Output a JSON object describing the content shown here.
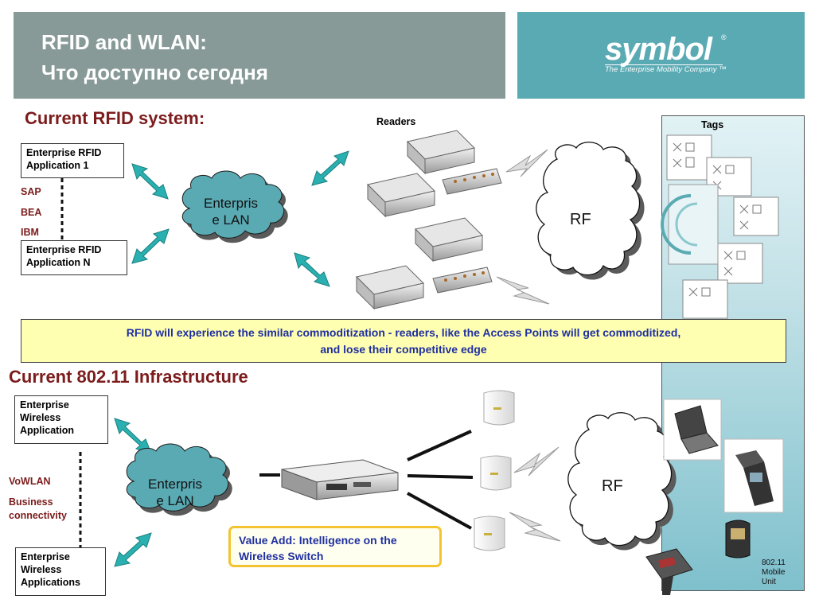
{
  "header": {
    "title_line1": "RFID and WLAN:",
    "title_line2": "Что доступно сегодня",
    "bg_color": "#879a98"
  },
  "logo": {
    "word": "symbol",
    "registered": "®",
    "tagline": "The Enterprise Mobility Company ™",
    "bg_color": "#5aaab4"
  },
  "rfid": {
    "title": "Current RFID system:",
    "app_top": [
      "Enterprise RFID",
      "Application 1"
    ],
    "app_bottom": [
      "Enterprise RFID",
      "Application N"
    ],
    "vendors": [
      "SAP",
      "BEA",
      "IBM"
    ],
    "lan": [
      "Enterpris",
      "e LAN"
    ],
    "readers_label": "Readers",
    "rf_label": "RF",
    "tags_label": "Tags"
  },
  "banner": {
    "line1": "RFID will experience the similar commoditization  - readers, like the Access Points will get commoditized,",
    "line2": "and lose their competitive edge"
  },
  "wlan": {
    "title": "Current 802.11 Infrastructure",
    "app_top": [
      "Enterprise",
      "Wireless",
      "Application"
    ],
    "app_bottom": [
      "Enterprise",
      "Wireless",
      "Applications"
    ],
    "services": [
      "VoWLAN",
      "Business",
      "connectivity"
    ],
    "lan": [
      "Enterpris",
      "e LAN"
    ],
    "rf_label": "RF",
    "value_add": [
      "Value Add: Intelligence on the",
      "Wireless Switch"
    ],
    "mobile_label": [
      "802.11",
      "Mobile",
      "Unit"
    ]
  },
  "colors": {
    "accent_red": "#7c1c1c",
    "arrow_teal": "#2ab0b0",
    "cloud_teal": "#5aaab4",
    "banner_yellow": "#ffffb2",
    "value_border": "#f4c430",
    "text_blue": "#1f2fa0"
  },
  "icons": [
    "double-arrow-icon",
    "cloud-icon",
    "lightning-icon",
    "rfid-reader-icon",
    "rfid-tag-icon",
    "access-point-icon",
    "wireless-switch-icon",
    "laptop-icon",
    "handheld-scanner-icon"
  ]
}
